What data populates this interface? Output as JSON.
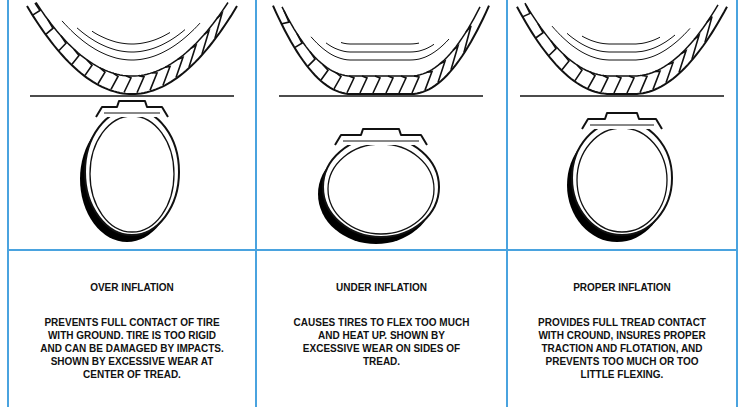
{
  "diagram": {
    "nodes": [
      {
        "text": [
          "OVER INFLATION",
          "PREVENTS FULL CONTACT OF TIRE WITH GROUND. TIRE IS TOO RIGID AND CAN BE DAMAGED BY IMPACTS. SHOWN BY EXCESSIVE WEAR AT CENTER OF TREAD."
        ]
      },
      {
        "text": [
          "UNDER INFLATION",
          "CAUSES TIRES TO FLEX TOO MUCH AND HEAT UP. SHOWN BY EXCESSIVE WEAR ON SIDES OF TREAD."
        ]
      },
      {
        "text": [
          "PROPER INFLATION",
          "PROVIDES FULL TREAD CONTACT WITH CROUND, INSURES PROPER TRACTION AND FLOTATION, AND PREVENTS TOO MUCH OR TOO LITTLE FLEXING."
        ]
      }
    ]
  }
}
